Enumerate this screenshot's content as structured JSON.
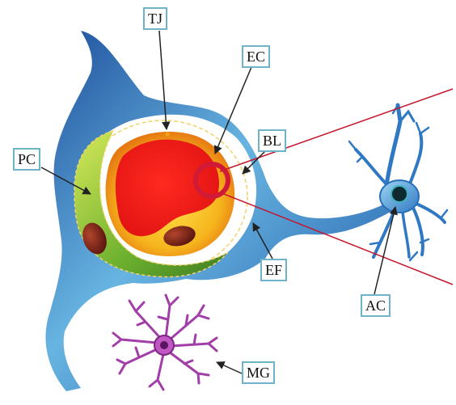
{
  "labels": {
    "tj": "TJ",
    "ec": "EC",
    "pc": "PC",
    "bl": "BL",
    "ef": "EF",
    "ac": "AC",
    "mg": "MG"
  },
  "colors": {
    "endfoot_blue": "#2f72b8",
    "endfoot_light": "#a9d6ec",
    "lumen_red": "#ea1c1c",
    "endothelium_orange": "#f5a11a",
    "pericyte_green": "#4f9a2a",
    "nucleus_brown": "#7a2216",
    "zoom_red": "#c4182e",
    "microglia_purple": "#a23ea7",
    "label_border": "#6fb3c9"
  }
}
